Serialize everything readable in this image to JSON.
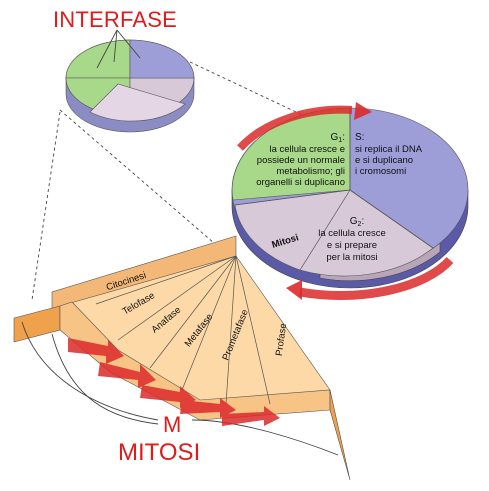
{
  "title_top": "INTERFASE",
  "title_bottom_letter": "M",
  "title_bottom": "MITOSI",
  "colors": {
    "title_red": "#e01b1b",
    "g1_green": "#a8d88a",
    "s_violet": "#9d9dd8",
    "g2_mauve": "#d8c9d8",
    "mitosis_orange": "#fcd9a6",
    "arrow_red": "#dc2a2a"
  },
  "g1": {
    "label": "G",
    "subscript": "1",
    "suffix": ":",
    "lines": [
      "la cellula cresce e",
      "possiede un normale",
      "metabolismo; gli",
      "organelli si duplicano"
    ]
  },
  "s": {
    "label": "S:",
    "lines": [
      "si replica il DNA",
      "e si duplicano",
      "i cromosomi"
    ]
  },
  "g2": {
    "label": "G",
    "subscript": "2",
    "suffix": ":",
    "lines": [
      "la cellula cresce",
      "e si prepare",
      "per la mitosi"
    ]
  },
  "mitosis_band_label": "Mitosi",
  "mitosis_phases": [
    "Citocinesi",
    "Telofase",
    "Anafase",
    "Metafase",
    "Prometafase",
    "Profase"
  ]
}
